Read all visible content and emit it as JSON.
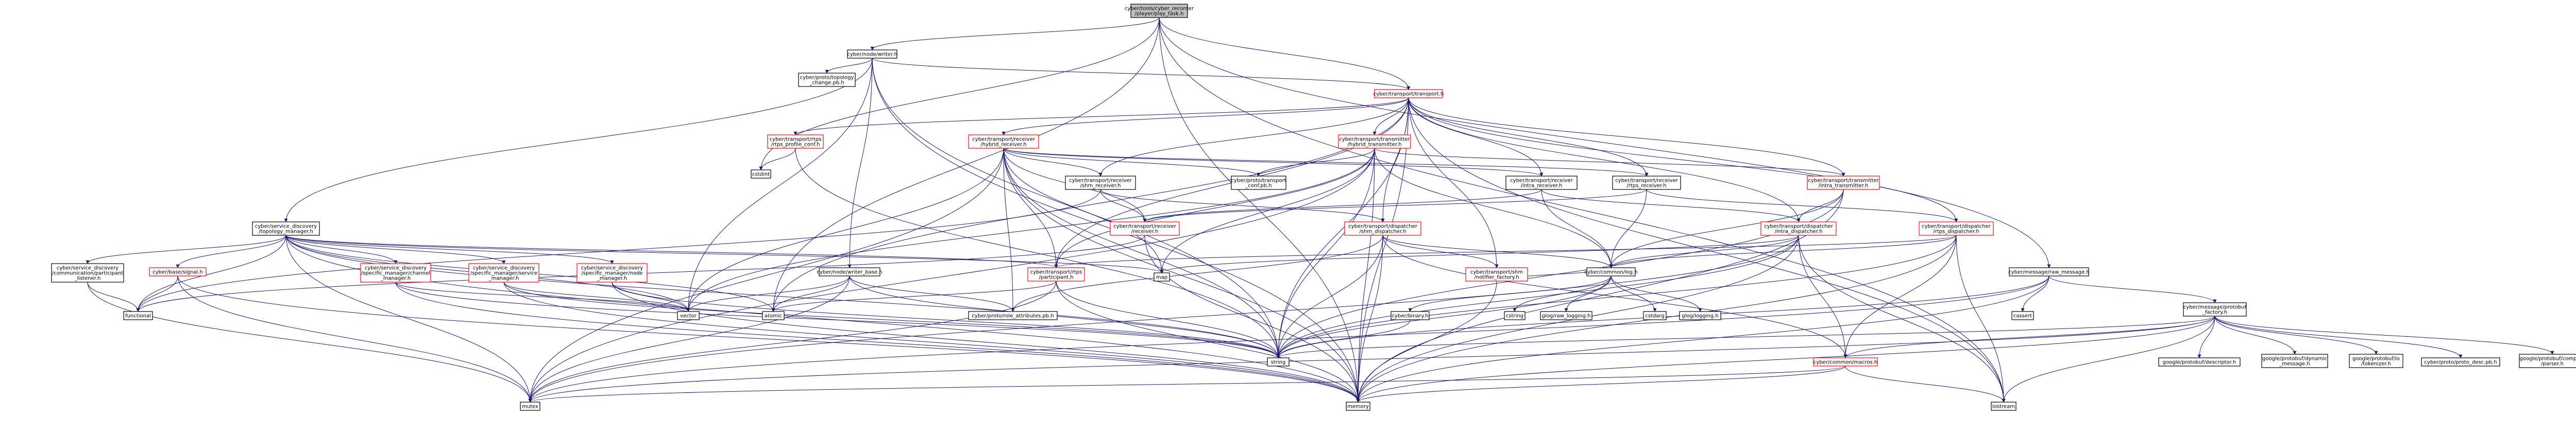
{
  "graph": {
    "colors": {
      "edge": "#191970",
      "red_border": "#ff0000",
      "black_border": "#000000",
      "root_fill": "#bfbfbf"
    },
    "nodes": [
      {
        "id": "root",
        "lines": [
          "cyber/tools/cyber_recorder",
          "/player/play_task.h"
        ],
        "style": "root"
      },
      {
        "id": "writer",
        "lines": [
          "cyber/node/writer.h"
        ],
        "style": "black"
      },
      {
        "id": "topology_change",
        "lines": [
          "cyber/proto/topology",
          "_change.pb.h"
        ],
        "style": "black"
      },
      {
        "id": "transport",
        "lines": [
          "cyber/transport/transport.h"
        ],
        "style": "red"
      },
      {
        "id": "rtps_profile",
        "lines": [
          "cyber/transport/rtps",
          "/rtps_profile_conf.h"
        ],
        "style": "red"
      },
      {
        "id": "cstdint",
        "lines": [
          "cstdint"
        ],
        "style": "black"
      },
      {
        "id": "hybrid_receiver",
        "lines": [
          "cyber/transport/receiver",
          "/hybrid_receiver.h"
        ],
        "style": "red"
      },
      {
        "id": "hybrid_transmitter",
        "lines": [
          "cyber/transport/transmitter",
          "/hybrid_transmitter.h"
        ],
        "style": "red"
      },
      {
        "id": "shm_receiver",
        "lines": [
          "cyber/transport/receiver",
          "/shm_receiver.h"
        ],
        "style": "black"
      },
      {
        "id": "conf_pb",
        "lines": [
          "cyber/proto/transport",
          "_conf.pb.h"
        ],
        "style": "black"
      },
      {
        "id": "intra_receiver",
        "lines": [
          "cyber/transport/receiver",
          "/intra_receiver.h"
        ],
        "style": "black"
      },
      {
        "id": "rtps_receiver",
        "lines": [
          "cyber/transport/receiver",
          "/rtps_receiver.h"
        ],
        "style": "black"
      },
      {
        "id": "intra_transmitter",
        "lines": [
          "cyber/transport/transmitter",
          "/intra_transmitter.h"
        ],
        "style": "red"
      },
      {
        "id": "topology_manager",
        "lines": [
          "cyber/service_discovery",
          "/topology_manager.h"
        ],
        "style": "black"
      },
      {
        "id": "receiver",
        "lines": [
          "cyber/transport/receiver",
          "/receiver.h"
        ],
        "style": "red"
      },
      {
        "id": "shm_dispatcher",
        "lines": [
          "cyber/transport/dispatcher",
          "/shm_dispatcher.h"
        ],
        "style": "red"
      },
      {
        "id": "intra_dispatcher",
        "lines": [
          "cyber/transport/dispatcher",
          "/intra_dispatcher.h"
        ],
        "style": "red"
      },
      {
        "id": "rtps_dispatcher",
        "lines": [
          "cyber/transport/dispatcher",
          "/rtps_dispatcher.h"
        ],
        "style": "red"
      },
      {
        "id": "participant_listener",
        "lines": [
          "cyber/service_discovery",
          "/communication/participant",
          "_listener.h"
        ],
        "style": "black"
      },
      {
        "id": "signal",
        "lines": [
          "cyber/base/signal.h"
        ],
        "style": "red"
      },
      {
        "id": "channel_manager",
        "lines": [
          "cyber/service_discovery",
          "/specific_manager/channel",
          "_manager.h"
        ],
        "style": "red"
      },
      {
        "id": "service_manager",
        "lines": [
          "cyber/service_discovery",
          "/specific_manager/service",
          "_manager.h"
        ],
        "style": "red"
      },
      {
        "id": "node_manager",
        "lines": [
          "cyber/service_discovery",
          "/specific_manager/node",
          "_manager.h"
        ],
        "style": "red"
      },
      {
        "id": "participant",
        "lines": [
          "cyber/transport/rtps",
          "/participant.h"
        ],
        "style": "red"
      },
      {
        "id": "writer_base",
        "lines": [
          "cyber/node/writer_base.h"
        ],
        "style": "black"
      },
      {
        "id": "map",
        "lines": [
          "map"
        ],
        "style": "black"
      },
      {
        "id": "notifier_factory",
        "lines": [
          "cyber/transport/shm",
          "/notifier_factory.h"
        ],
        "style": "red"
      },
      {
        "id": "log",
        "lines": [
          "cyber/common/log.h"
        ],
        "style": "black"
      },
      {
        "id": "raw_message",
        "lines": [
          "cyber/message/raw_message.h"
        ],
        "style": "black"
      },
      {
        "id": "functional",
        "lines": [
          "functional"
        ],
        "style": "black"
      },
      {
        "id": "vector",
        "lines": [
          "vector"
        ],
        "style": "black"
      },
      {
        "id": "atomic",
        "lines": [
          "atomic"
        ],
        "style": "black"
      },
      {
        "id": "role_attributes",
        "lines": [
          "cyber/proto/role_attributes.pb.h"
        ],
        "style": "black"
      },
      {
        "id": "binary",
        "lines": [
          "cyber/binary.h"
        ],
        "style": "black"
      },
      {
        "id": "cstdarg",
        "lines": [
          "cstdarg"
        ],
        "style": "black"
      },
      {
        "id": "glog_raw_logging",
        "lines": [
          "glog/raw_logging.h"
        ],
        "style": "black"
      },
      {
        "id": "cstring",
        "lines": [
          "cstring"
        ],
        "style": "black"
      },
      {
        "id": "glog_logging",
        "lines": [
          "glog/logging.h"
        ],
        "style": "black"
      },
      {
        "id": "cassert",
        "lines": [
          "cassert"
        ],
        "style": "black"
      },
      {
        "id": "protobuf_factory",
        "lines": [
          "cyber/message/protobuf",
          "_factory.h"
        ],
        "style": "black"
      },
      {
        "id": "string",
        "lines": [
          "string"
        ],
        "style": "black"
      },
      {
        "id": "macros",
        "lines": [
          "cyber/common/macros.h"
        ],
        "style": "red"
      },
      {
        "id": "descriptor",
        "lines": [
          "google/protobuf/descriptor.h"
        ],
        "style": "black"
      },
      {
        "id": "dynamic_message",
        "lines": [
          "google/protobuf/dynamic",
          "_message.h"
        ],
        "style": "black"
      },
      {
        "id": "tokenizer",
        "lines": [
          "google/protobuf/io",
          "/tokenizer.h"
        ],
        "style": "black"
      },
      {
        "id": "proto_desc",
        "lines": [
          "cyber/proto/proto_desc.pb.h"
        ],
        "style": "black"
      },
      {
        "id": "compiler_parser",
        "lines": [
          "google/protobuf/compiler",
          "/parser.h"
        ],
        "style": "black"
      },
      {
        "id": "mutex",
        "lines": [
          "mutex"
        ],
        "style": "black"
      },
      {
        "id": "memory",
        "lines": [
          "memory"
        ],
        "style": "black"
      },
      {
        "id": "iostream",
        "lines": [
          "iostream"
        ],
        "style": "black"
      }
    ]
  }
}
